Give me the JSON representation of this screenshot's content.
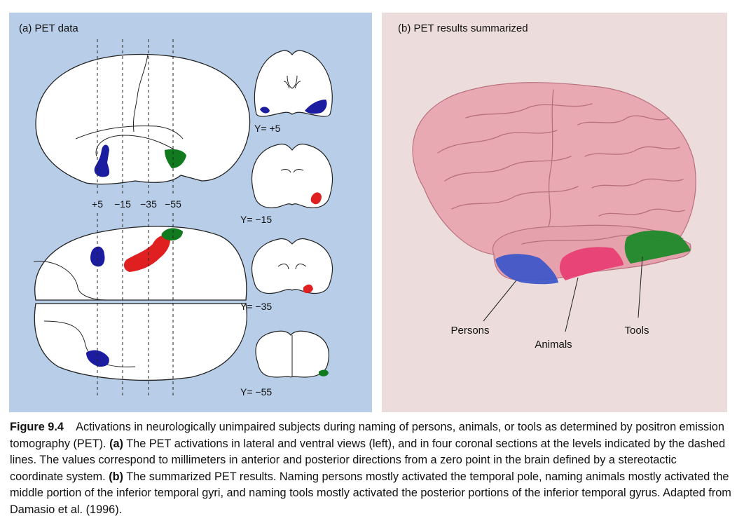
{
  "panel_a": {
    "title": "(a) PET data",
    "level_labels": [
      "+5",
      "−15",
      "−35",
      "−55"
    ],
    "section_labels": [
      "Y= +5",
      "Y= −15",
      "Y= −35",
      "Y= −55"
    ]
  },
  "panel_b": {
    "title": "(b) PET results summarized",
    "labels": {
      "persons": "Persons",
      "animals": "Animals",
      "tools": "Tools"
    }
  },
  "colors": {
    "persons": "#1c1ca0",
    "animals": "#e02020",
    "tools": "#127a1e",
    "panel_a_bg": "#b8cde8",
    "panel_b_bg": "#ecdcdc",
    "brain_pink": "#e9a9b2"
  },
  "caption": {
    "figure": "Figure 9.4",
    "seg1": "Activations in neurologically unimpaired subjects during naming of persons, animals, or tools as determined by positron emission tomography (PET).",
    "bold_a": "(a)",
    "seg2": "The PET activations in lateral and ventral views (left), and in four coronal sections at the levels indicated by the dashed lines. The values correspond to millimeters in anterior and posterior directions from a zero point in the brain defined by a stereotactic coordinate system.",
    "bold_b": "(b)",
    "seg3": "The summarized PET results. Naming persons mostly activated the temporal pole, naming animals mostly activated the middle portion of the inferior temporal gyri, and naming tools mostly activated the posterior portions of the inferior temporal gyrus. Adapted from Damasio et al. (1996)."
  }
}
